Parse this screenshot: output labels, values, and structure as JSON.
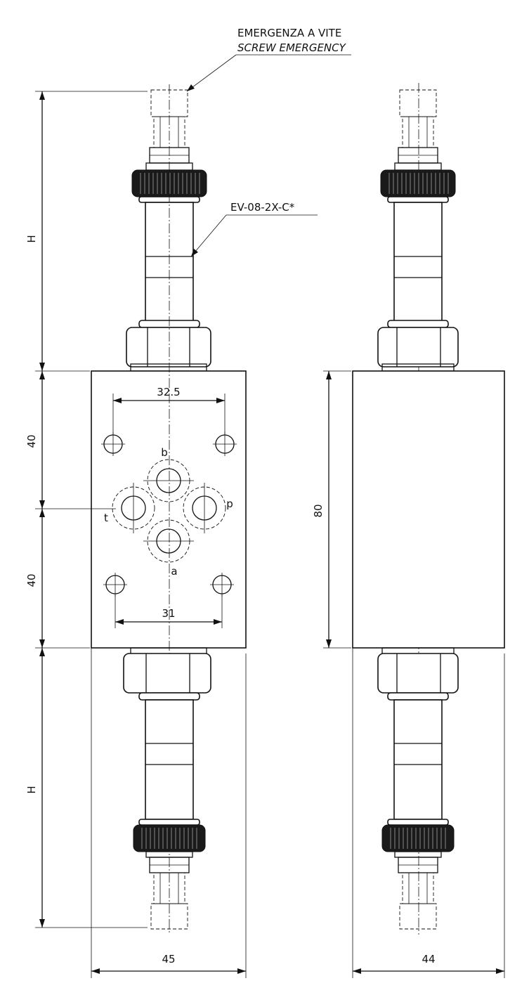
{
  "callouts": {
    "emergency_it": "EMERGENZA A VITE",
    "emergency_en": "SCREW EMERGENCY",
    "coil_code": "EV-08-2X-C*"
  },
  "dimensions": {
    "top_height": "H",
    "bottom_height": "H",
    "upper_half": "40",
    "lower_half": "40",
    "body_height": "80",
    "top_spacing": "32.5",
    "bottom_spacing": "31",
    "front_width": "45",
    "side_width": "44"
  },
  "ports": {
    "b": "b",
    "a": "a",
    "t": "t",
    "p": "p"
  }
}
